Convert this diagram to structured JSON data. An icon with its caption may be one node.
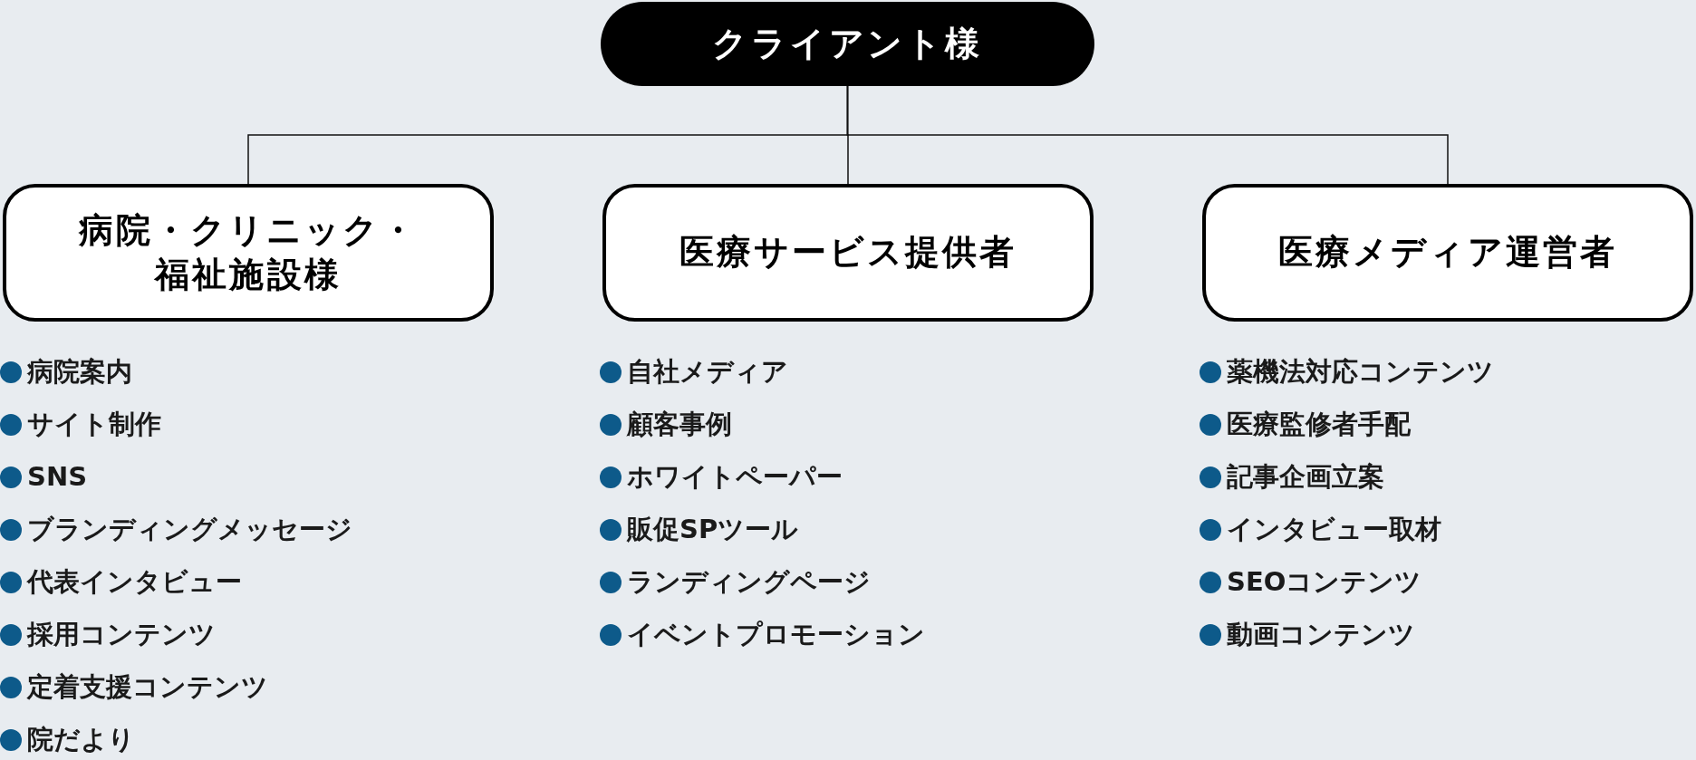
{
  "diagram": {
    "nodes": [
      {
        "text": [
          "クライアント様"
        ]
      },
      {
        "text": [
          "病院・クリニック・福祉施設様"
        ],
        "beside": [
          "病院案内",
          "サイト制作",
          "SNS",
          "ブランディングメッセージ",
          "代表インタビュー",
          "採用コンテンツ",
          "定着支援コンテンツ",
          "院だより"
        ]
      },
      {
        "text": [
          "医療サービス提供者"
        ],
        "beside": [
          "自社メディア",
          "顧客事例",
          "ホワイトペーパー",
          "販促SPツール",
          "ランディングページ",
          "イベントプロモーション"
        ]
      },
      {
        "text": [
          "医療メディア運営者"
        ],
        "beside": [
          "薬機法対応コンテンツ",
          "医療監修者手配",
          "記事企画立案",
          "インタビュー取材",
          "SEOコンテンツ",
          "動画コンテンツ"
        ]
      }
    ],
    "edges": [
      {
        "from": 0,
        "to": 1,
        "arrow": "none"
      },
      {
        "from": 0,
        "to": 2,
        "arrow": "none"
      },
      {
        "from": 0,
        "to": 3,
        "arrow": "none"
      }
    ]
  }
}
